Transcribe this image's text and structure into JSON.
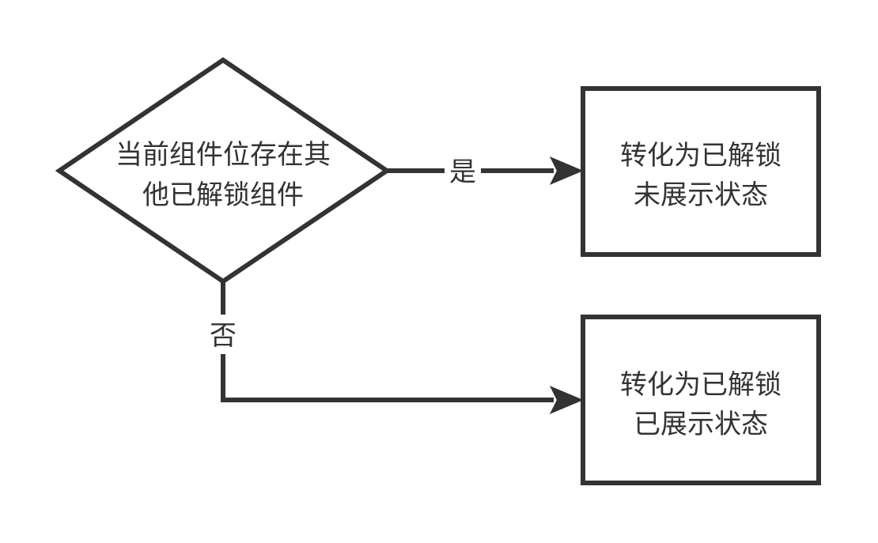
{
  "decision": {
    "line1": "当前组件位存在其",
    "line2": "他已解锁组件"
  },
  "box_top": {
    "line1": "转化为已解锁",
    "line2": "未展示状态"
  },
  "box_bottom": {
    "line1": "转化为已解锁",
    "line2": "已展示状态"
  },
  "edges": {
    "yes_label": "是",
    "no_label": "否"
  },
  "colors": {
    "stroke": "#333333",
    "text": "#333333",
    "background": "#ffffff"
  }
}
